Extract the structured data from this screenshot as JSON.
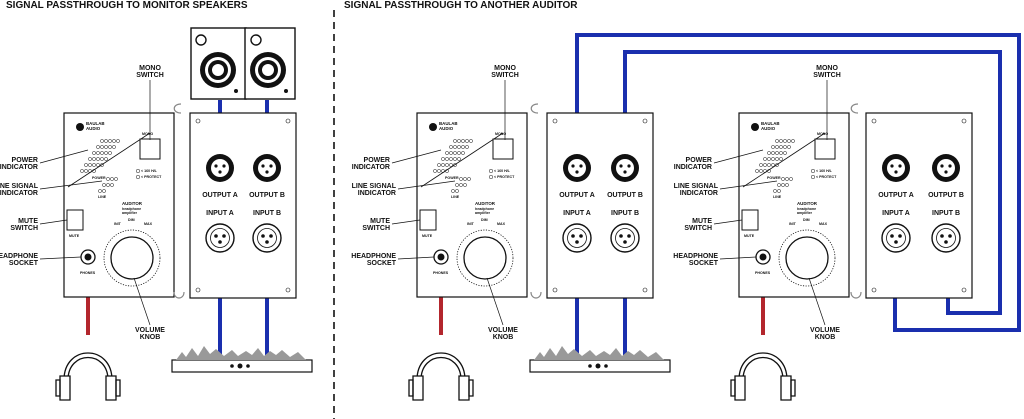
{
  "titles": {
    "left": "SIGNAL PASSTHROUGH TO MONITOR SPEAKERS",
    "right": "SIGNAL PASSTHROUGH TO ANOTHER AUDITOR"
  },
  "labels": {
    "mono_switch": [
      "MONO",
      "SWITCH"
    ],
    "power_indicator": [
      "POWER",
      "INDICATOR"
    ],
    "line_signal_indicator": [
      "LINE SIGNAL",
      "INDICATOR"
    ],
    "mute_switch": [
      "MUTE",
      "SWITCH"
    ],
    "headphone_socket": [
      "HEADPHONE",
      "SOCKET"
    ],
    "volume_knob": [
      "VOLUME",
      "KNOB"
    ],
    "output_a": "OUTPUT A",
    "output_b": "OUTPUT B",
    "input_a": "INPUT A",
    "input_b": "INPUT B"
  },
  "device": {
    "brand": [
      "BAULAB",
      "AUDIO"
    ],
    "model": "AUDITOR",
    "subtitle": [
      "headphone",
      "amplifier"
    ],
    "mono_label": "MONO",
    "mute_label": "MUTE",
    "phones_label": "PHONES",
    "power_label": "POWER",
    "line_label": "LINE",
    "hp_ok_label": "< 160 H/L",
    "protect_label": "< PROTECT",
    "volume_marks": [
      "INIT",
      "DIM",
      "MAX"
    ]
  },
  "colors": {
    "cable_signal": "#1a2fae",
    "cable_headphone": "#b3262d"
  }
}
